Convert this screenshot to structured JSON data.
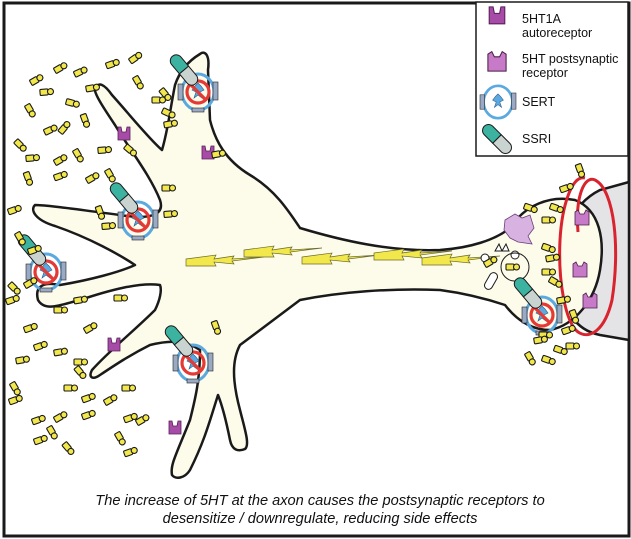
{
  "figure": {
    "topic": "SSRI mechanism at serotonergic neuron",
    "legend": {
      "items": [
        {
          "icon": "autoreceptor-icon",
          "label_line1": "5HT1A",
          "label_line2": "autoreceptor",
          "color": "#a64ca6"
        },
        {
          "icon": "postsynaptic-receptor-icon",
          "label_line1": "5HT postsynaptic",
          "label_line2": "receptor",
          "color": "#d79ad7"
        },
        {
          "icon": "sert-icon",
          "label_line1": "SERT",
          "label_line2": "",
          "color": "#5aa9e0"
        },
        {
          "icon": "ssri-icon",
          "label_line1": "SSRI",
          "label_line2": "",
          "color": "#3bb3a0"
        }
      ]
    },
    "caption": {
      "line1": "The increase of 5HT at the axon causes the postsynaptic receptors to",
      "line2": "desensitize / downregulate, reducing side effects"
    },
    "colors": {
      "neuron_fill": "#fdfbea",
      "serotonin": "#f3e84b",
      "postsynaptic_cell": "#e4e4e6",
      "highlight_ring": "#d9232e",
      "block_sign": "#e53935",
      "ssri_teal": "#3bb3a0",
      "ssri_gray": "#c9d3d0",
      "sert_blue": "#5aa9e0"
    }
  }
}
